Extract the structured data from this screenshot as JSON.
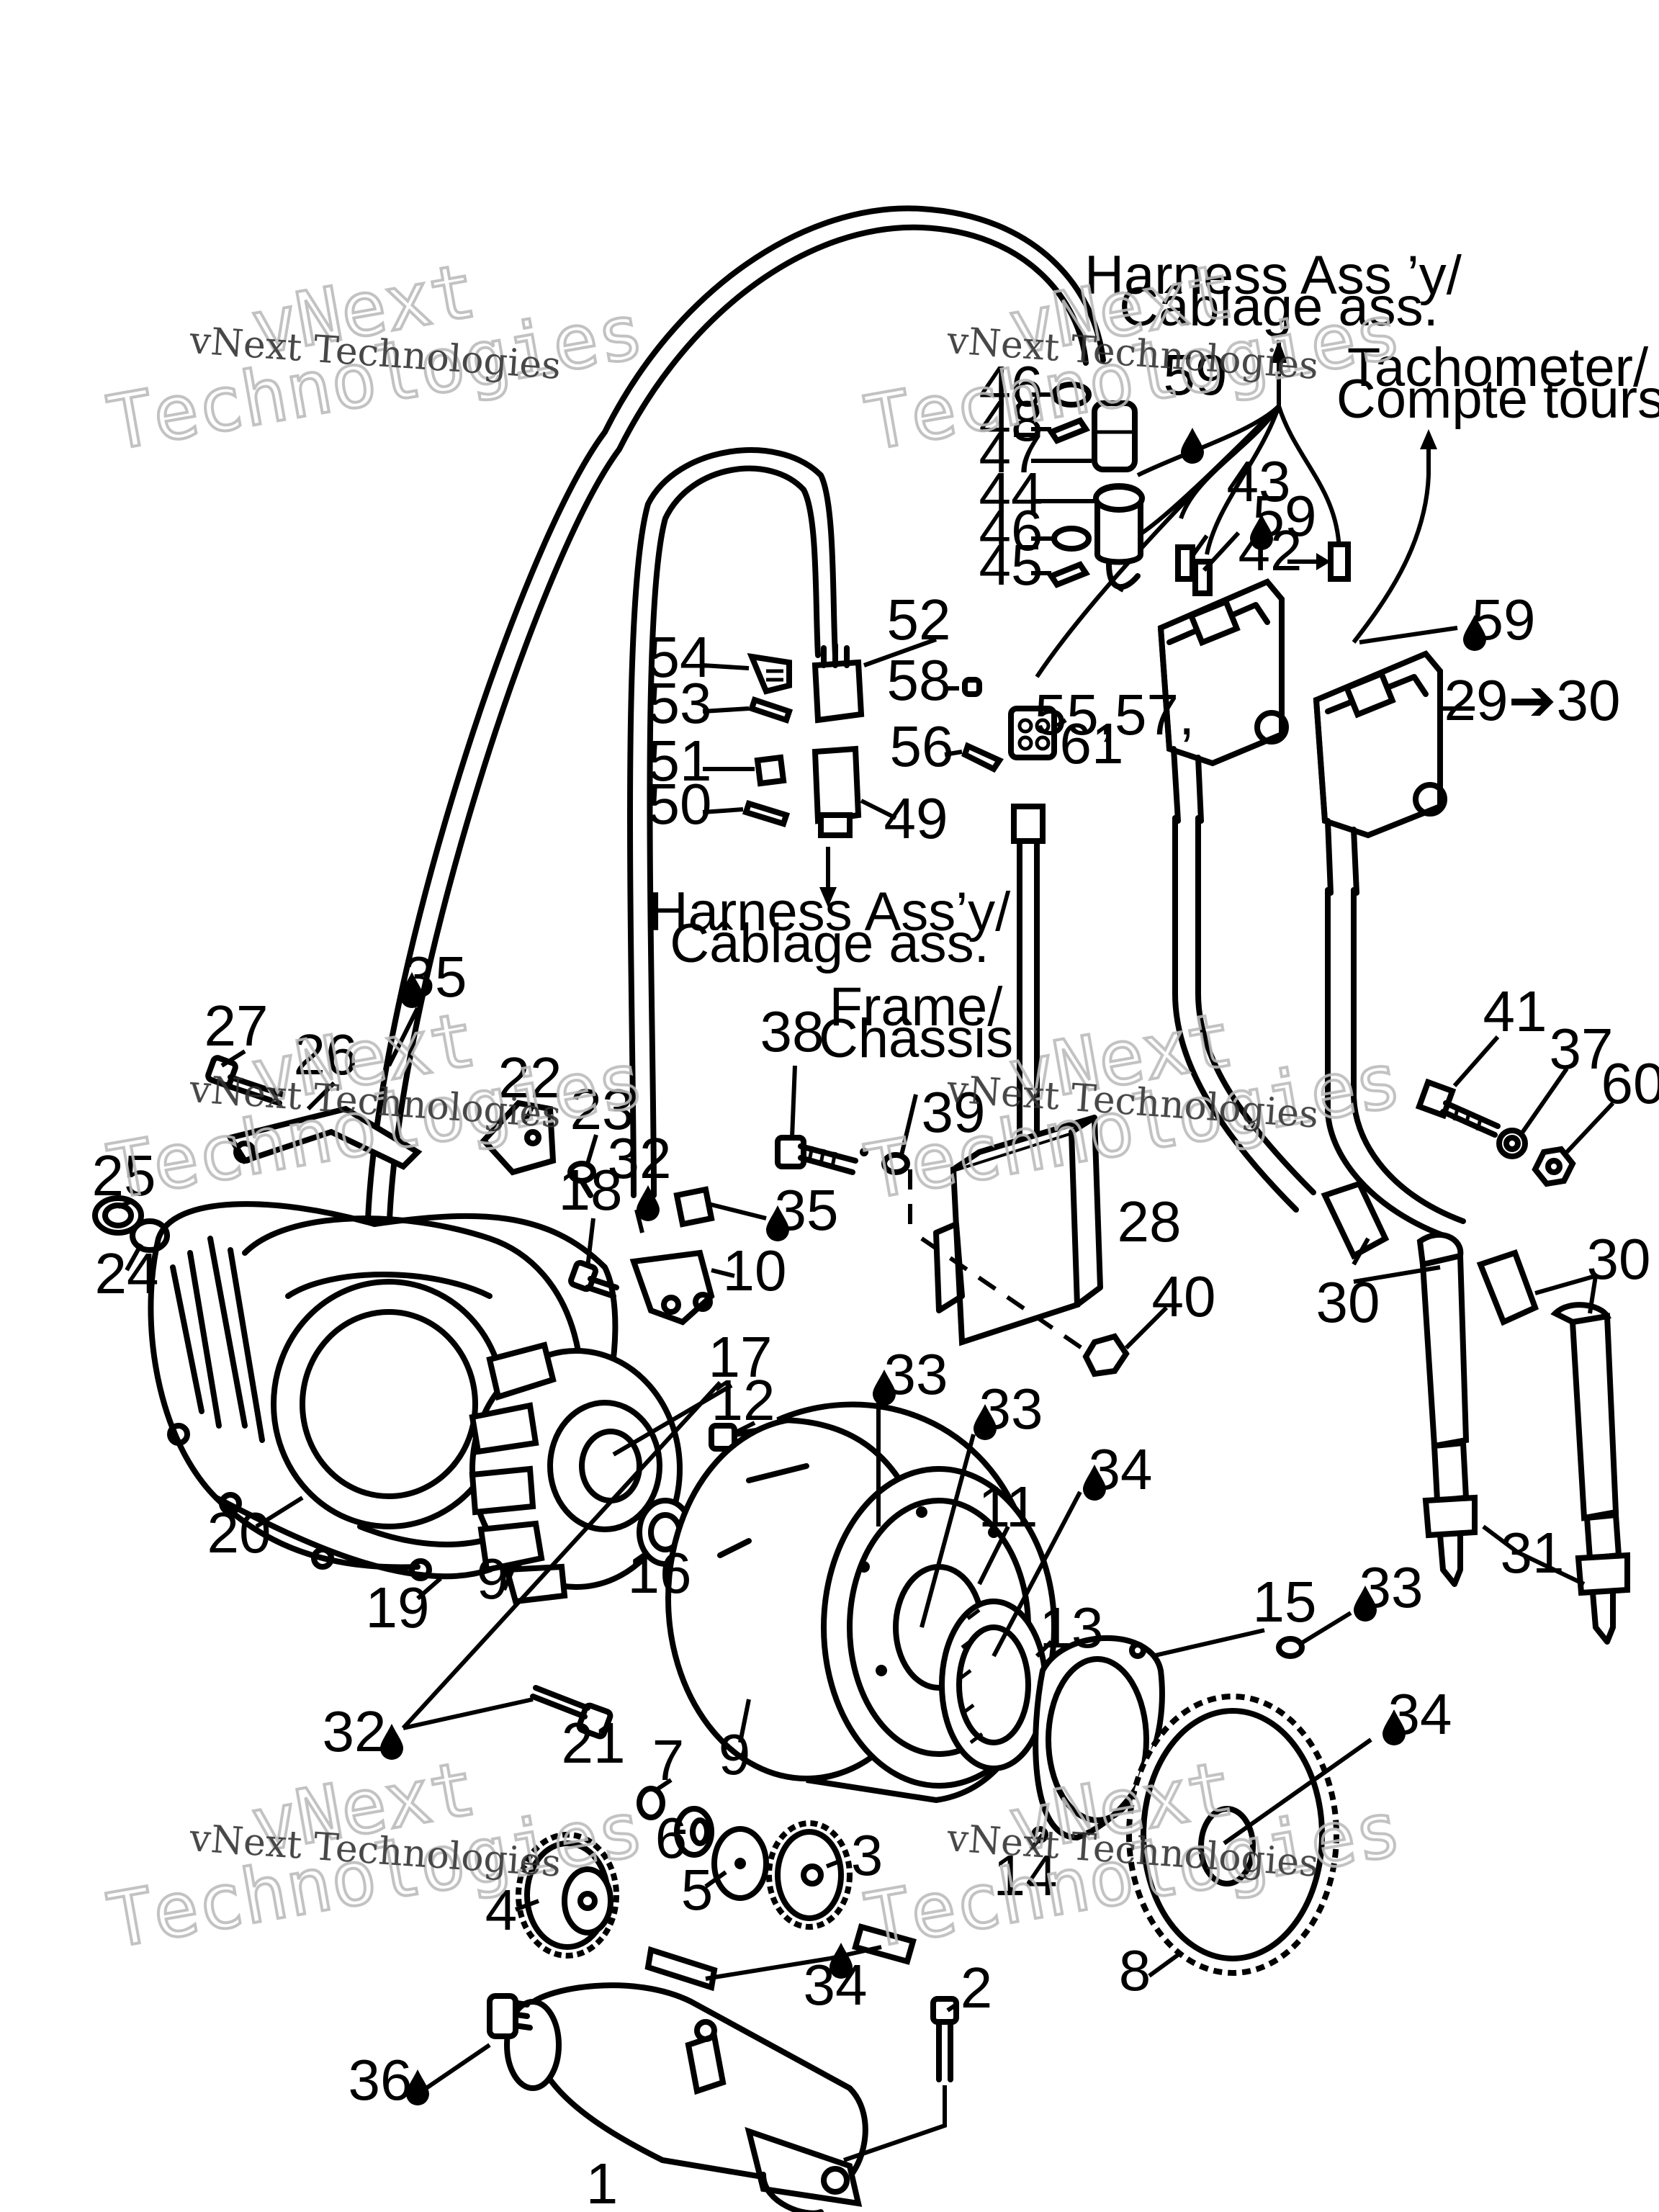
{
  "captions": {
    "harness_top": [
      "Harness Ass ’y/",
      "Câblage ass."
    ],
    "harness_mid": [
      "Harness Ass’y/",
      "Câblage ass."
    ],
    "tachometer": [
      "Tachometer/",
      "Compte tours"
    ],
    "frame": [
      "Frame/",
      "Châssis"
    ]
  },
  "part_labels": {
    "p1": "1",
    "p2": "2",
    "p3": "3",
    "p4": "4",
    "p5": "5",
    "p6": "6",
    "p7": "7",
    "p8": "8",
    "p9a": "9",
    "p9b": "9",
    "p10": "10",
    "p11": "11",
    "p12": "12",
    "p13": "13",
    "p14": "14",
    "p15": "15",
    "p16": "16",
    "p17": "17",
    "p18": "18",
    "p19": "19",
    "p20": "20",
    "p21": "21",
    "p22": "22",
    "p23": "23",
    "p24": "24",
    "p25": "25",
    "p26": "26",
    "p27": "27",
    "p28": "28",
    "p29": "29➔30",
    "p30a": "30",
    "p30b": "30",
    "p31": "31",
    "p32a": "32",
    "p32b": "32",
    "p33a": "33",
    "p33b": "33",
    "p33c": "33",
    "p34a": "34",
    "p34b": "34",
    "p34c": "34",
    "p35a": "35",
    "p35b": "35",
    "p36": "36",
    "p37": "37",
    "p38": "38",
    "p39": "39",
    "p40": "40",
    "p41": "41",
    "p42": "42",
    "p43": "43",
    "p44": "44",
    "p45": "45",
    "p46a": "46",
    "p46b": "46",
    "p47": "47",
    "p48": "48",
    "p49": "49",
    "p50": "50",
    "p51": "51",
    "p52": "52",
    "p53": "53",
    "p54": "54",
    "p55": "55,57,",
    "p55b": "61",
    "p56": "56",
    "p58": "58",
    "p59a": "59",
    "p59b": "59",
    "p59c": "59",
    "p60": "60"
  },
  "watermark": {
    "small": "vNext Technologies",
    "big_top": "vNext",
    "big_bottom": "Technologies"
  }
}
